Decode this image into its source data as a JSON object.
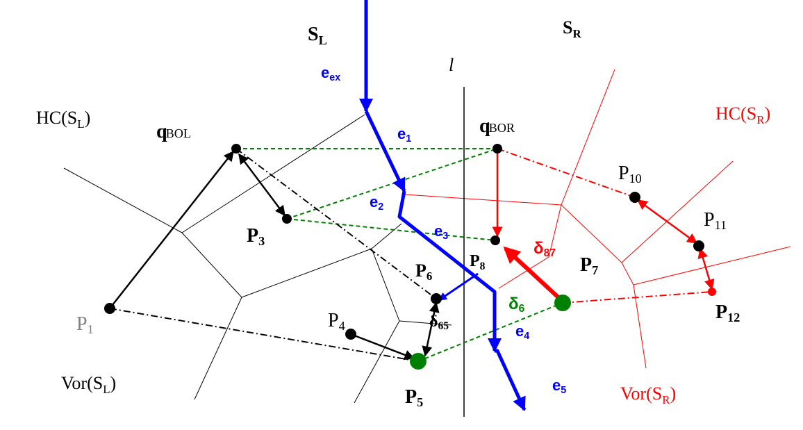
{
  "colors": {
    "left_voronoi": "#000000",
    "right_voronoi": "#ff0000",
    "separating_chain": "#0000ff",
    "bridge_hull": "#008000",
    "highlight_point": "#008000"
  },
  "labels": {
    "SL": {
      "main": "S",
      "sub": "L"
    },
    "SR": {
      "main": "S",
      "sub": "R"
    },
    "l": "l",
    "HC_SL": {
      "main": "HC(S",
      "sub": "L",
      "end": ")"
    },
    "HC_SR": {
      "main": "HC(S",
      "sub": "R",
      "end": ")"
    },
    "Vor_SL": {
      "main": "Vor(S",
      "sub": "L",
      "end": ")"
    },
    "Vor_SR": {
      "main": "Vor(S",
      "sub": "R",
      "end": ")"
    },
    "qBOL": {
      "main": "q",
      "sub": "BOL"
    },
    "qBOR": {
      "main": "q",
      "sub": "BOR"
    },
    "P1": {
      "main": "P",
      "sub": "1"
    },
    "P3": {
      "main": "P",
      "sub": "3"
    },
    "P4": {
      "main": "P",
      "sub": "4"
    },
    "P5": {
      "main": "P",
      "sub": "5"
    },
    "P6": {
      "main": "P",
      "sub": "6"
    },
    "P7": {
      "main": "P",
      "sub": "7"
    },
    "P8": {
      "main": "P",
      "sub": "8"
    },
    "P10": {
      "main": "P",
      "sub": "10"
    },
    "P11": {
      "main": "P",
      "sub": "11"
    },
    "P12": {
      "main": "P",
      "sub": "12"
    },
    "e_ex": {
      "main": "e",
      "sub": "ex"
    },
    "e1": {
      "main": "e",
      "sub": "1"
    },
    "e2": {
      "main": "e",
      "sub": "2"
    },
    "e3": {
      "main": "e",
      "sub": "3"
    },
    "e4": {
      "main": "e",
      "sub": "4"
    },
    "e5": {
      "main": "e",
      "sub": "5"
    },
    "d87": {
      "main": "δ",
      "sub": "87"
    },
    "d6": {
      "main": "δ",
      "sub": "6"
    },
    "d65": {
      "main": "δ",
      "sub": "65"
    }
  }
}
